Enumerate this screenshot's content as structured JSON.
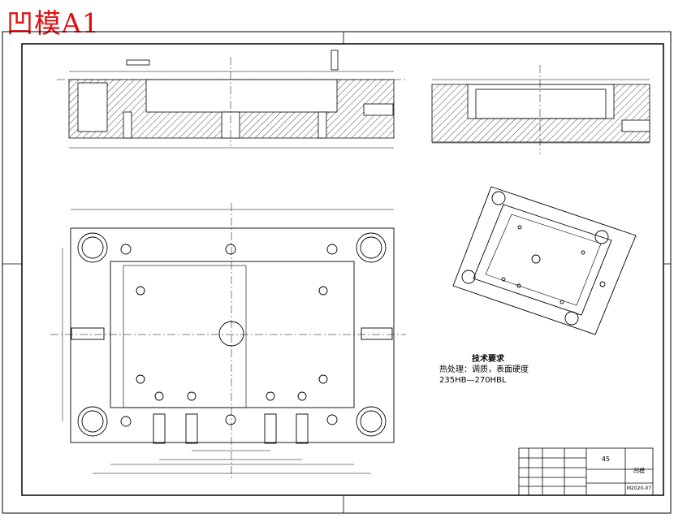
{
  "sheet": {
    "stamp": "凹模A1"
  },
  "notes": {
    "title": "技术要求",
    "line1": "热处理：调质，表面硬度",
    "line2": "235HB—270HBL"
  },
  "title_block": {
    "material": "45",
    "part_name": "凹模",
    "drawing_no": "M2020-07"
  },
  "colors": {
    "stamp": "#e01010",
    "line": "#000000"
  }
}
